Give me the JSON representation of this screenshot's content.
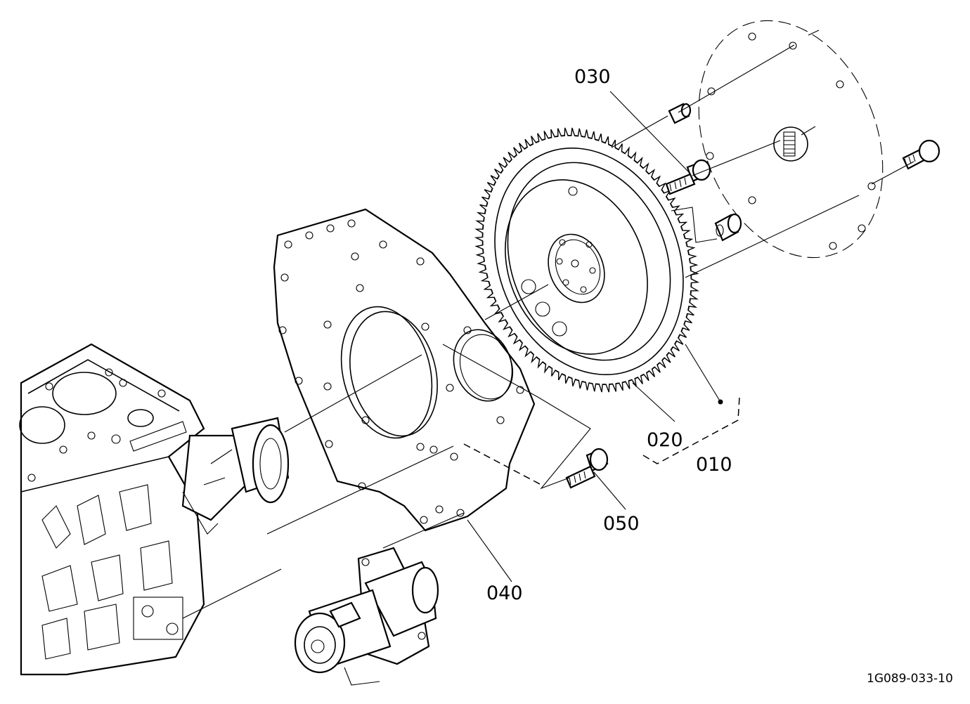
{
  "diagram": {
    "callouts": {
      "p010": "010",
      "p020": "020",
      "p030": "030",
      "p040": "040",
      "p050": "050"
    },
    "reference_code": "1G089-033-10",
    "colors": {
      "ink": "#000000",
      "paper": "#ffffff"
    }
  }
}
